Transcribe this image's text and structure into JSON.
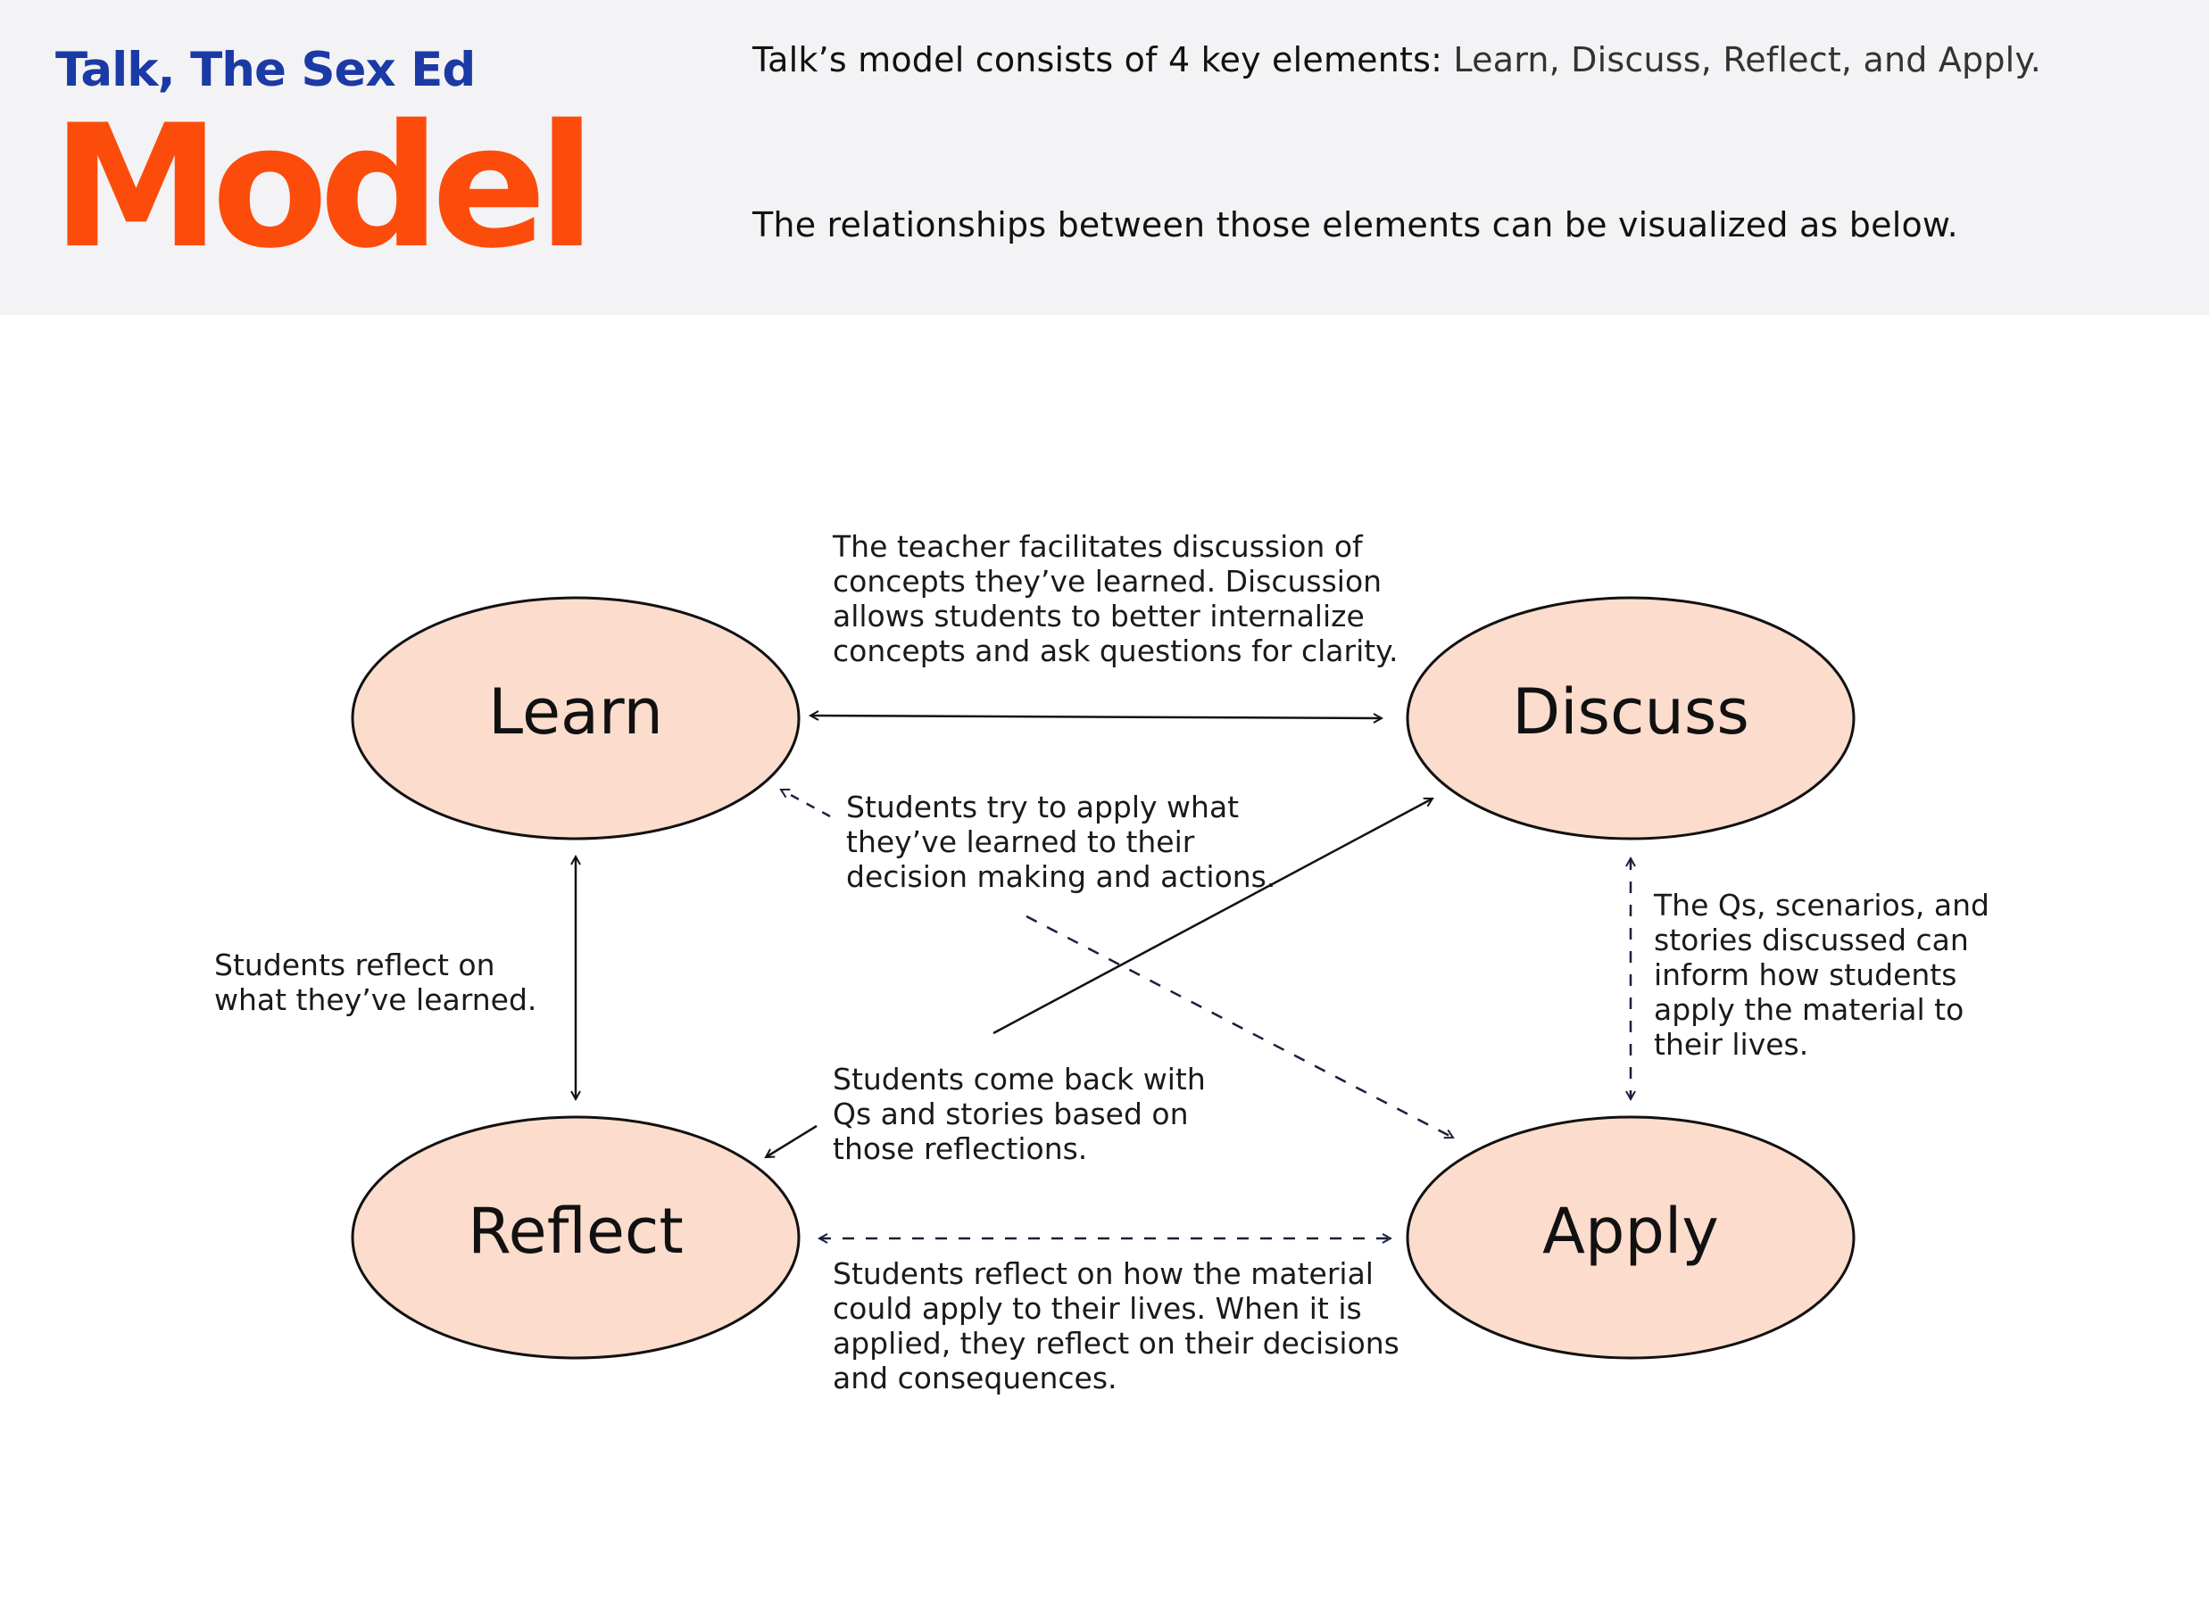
{
  "header": {
    "subtitle": "Talk, The Sex Ed",
    "title": "Model",
    "intro_lead": "Talk’s model consists of 4 key elements:",
    "intro_elements": "Learn, Discuss, Reflect, and Apply.",
    "intro_line2": "The relationships between those elements can be visualized as below."
  },
  "diagram": {
    "nodes": {
      "learn": "Learn",
      "discuss": "Discuss",
      "reflect": "Reflect",
      "apply": "Apply"
    },
    "notes": {
      "learn_discuss": [
        "The teacher facilitates discussion of",
        "concepts they’ve learned. Discussion",
        "allows students to better internalize",
        "concepts and ask questions for clarity."
      ],
      "learn_apply": [
        "Students try to apply what",
        "they’ve learned to their",
        "decision making and actions."
      ],
      "learn_reflect": [
        "Students reflect on",
        "what they’ve learned."
      ],
      "reflect_discuss": [
        "Students come back with",
        "Qs and stories based on",
        "those reflections."
      ],
      "discuss_apply": [
        "The Qs, scenarios, and",
        "stories discussed can",
        "inform how students",
        "apply the material to",
        "their lives."
      ],
      "reflect_apply": [
        "Students reflect on how the material",
        "could apply to their lives. When it is",
        "applied, they reflect on their decisions",
        "and consequences."
      ]
    },
    "colors": {
      "node_fill": "#fcdccc",
      "solid_arrow": "#111111",
      "dashed_arrow": "#1a1f3d"
    }
  }
}
